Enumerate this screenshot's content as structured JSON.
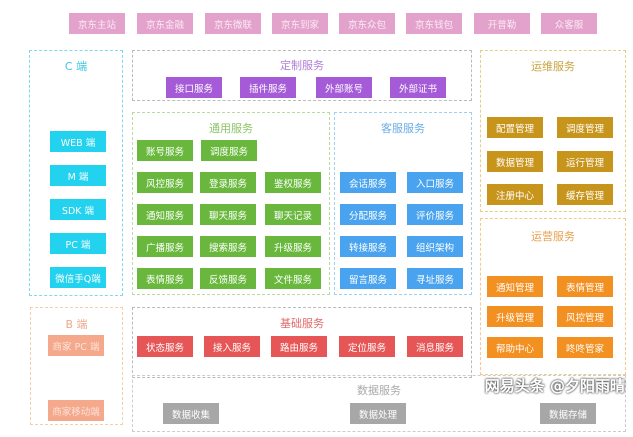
{
  "top": [
    "京东主站",
    "京东金融",
    "京东微联",
    "京东到家",
    "京东众包",
    "京东钱包",
    "开普勒",
    "众客服"
  ],
  "c_end": {
    "title": "C 端",
    "items": [
      "WEB 端",
      "M 端",
      "SDK 端",
      "PC 端",
      "微信手Q端"
    ]
  },
  "custom": {
    "title": "定制服务",
    "items": [
      "接口服务",
      "插件服务",
      "外部账号",
      "外部证书"
    ]
  },
  "general": {
    "title": "通用服务",
    "items": [
      "账号服务",
      "调度服务",
      "风控服务",
      "登录服务",
      "鉴权服务",
      "通知服务",
      "聊天服务",
      "聊天记录",
      "广播服务",
      "搜索服务",
      "升级服务",
      "表情服务",
      "反馈服务",
      "文件服务"
    ]
  },
  "cs": {
    "title": "客服服务",
    "items": [
      "会话服务",
      "入口服务",
      "分配服务",
      "评价服务",
      "转接服务",
      "组织架构",
      "留言服务",
      "寻址服务"
    ]
  },
  "ops": {
    "title": "运维服务",
    "items": [
      "配置管理",
      "调度管理",
      "数据管理",
      "运行管理",
      "注册中心",
      "缓存管理"
    ]
  },
  "operate": {
    "title": "运营服务",
    "items": [
      "通知管理",
      "表情管理",
      "升级管理",
      "风控管理",
      "帮助中心",
      "咚咚管家"
    ]
  },
  "b_end": {
    "title": "B 端",
    "items": [
      "商家 PC 端",
      "商家移动端"
    ]
  },
  "base": {
    "title": "基础服务",
    "items": [
      "状态服务",
      "接入服务",
      "路由服务",
      "定位服务",
      "消息服务"
    ]
  },
  "data": {
    "title": "数据服务",
    "items": [
      "数据收集",
      "数据处理",
      "数据存储"
    ]
  },
  "watermark": "网易头条 @夕阳雨晴"
}
